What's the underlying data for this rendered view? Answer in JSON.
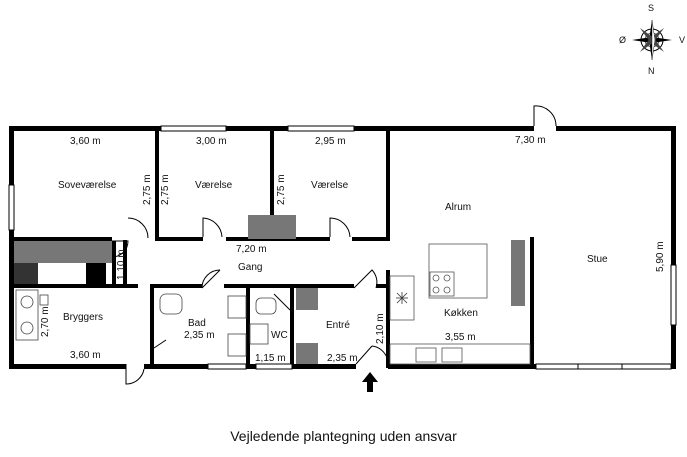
{
  "caption": "Vejledende plantegning uden ansvar",
  "compass": {
    "n": "N",
    "s": "S",
    "o": "Ø",
    "v": "V"
  },
  "rooms": {
    "sovevaerelse": {
      "name": "Soveværelse",
      "width": "3,60 m",
      "depth": "2,75 m"
    },
    "vaerelse1": {
      "name": "Værelse",
      "width": "3,00 m",
      "depth": "2,75 m"
    },
    "vaerelse2": {
      "name": "Værelse",
      "width": "2,95 m",
      "depth": "2,75 m"
    },
    "alrum": {
      "name": "Alrum",
      "width": "7,30 m"
    },
    "stue": {
      "name": "Stue",
      "depth": "5,90 m"
    },
    "gang": {
      "name": "Gang",
      "width": "7,20 m",
      "depth": "1,10 m"
    },
    "bryggers": {
      "name": "Bryggers",
      "width": "3,60 m",
      "depth": "2,70 m"
    },
    "bad": {
      "name": "Bad",
      "width": "2,35 m"
    },
    "wc": {
      "name": "WC",
      "width": "1,15 m"
    },
    "entre": {
      "name": "Entré",
      "width": "2,35 m",
      "depth": "2,10 m"
    },
    "koekken": {
      "name": "Køkken",
      "width": "3,55 m"
    }
  }
}
